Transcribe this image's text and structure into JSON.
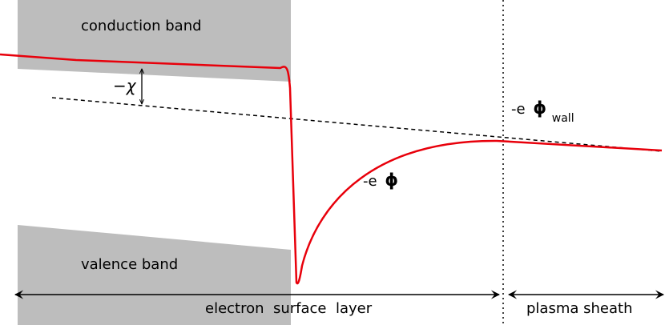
{
  "labels": {
    "conduction_band": "conduction band",
    "valence_band": "valence band",
    "chi": "−χ",
    "potential_minus": "-e",
    "phi": "ϕ",
    "wall_minus": "-e",
    "wall_phi": "ϕ",
    "wall_sub": "wall",
    "electron_surface_layer": "electron  surface  layer",
    "plasma_sheath": "plasma sheath"
  },
  "colors": {
    "band_fill": "#bdbdbd",
    "potential_curve": "#e8000b",
    "lines": "#000000"
  }
}
